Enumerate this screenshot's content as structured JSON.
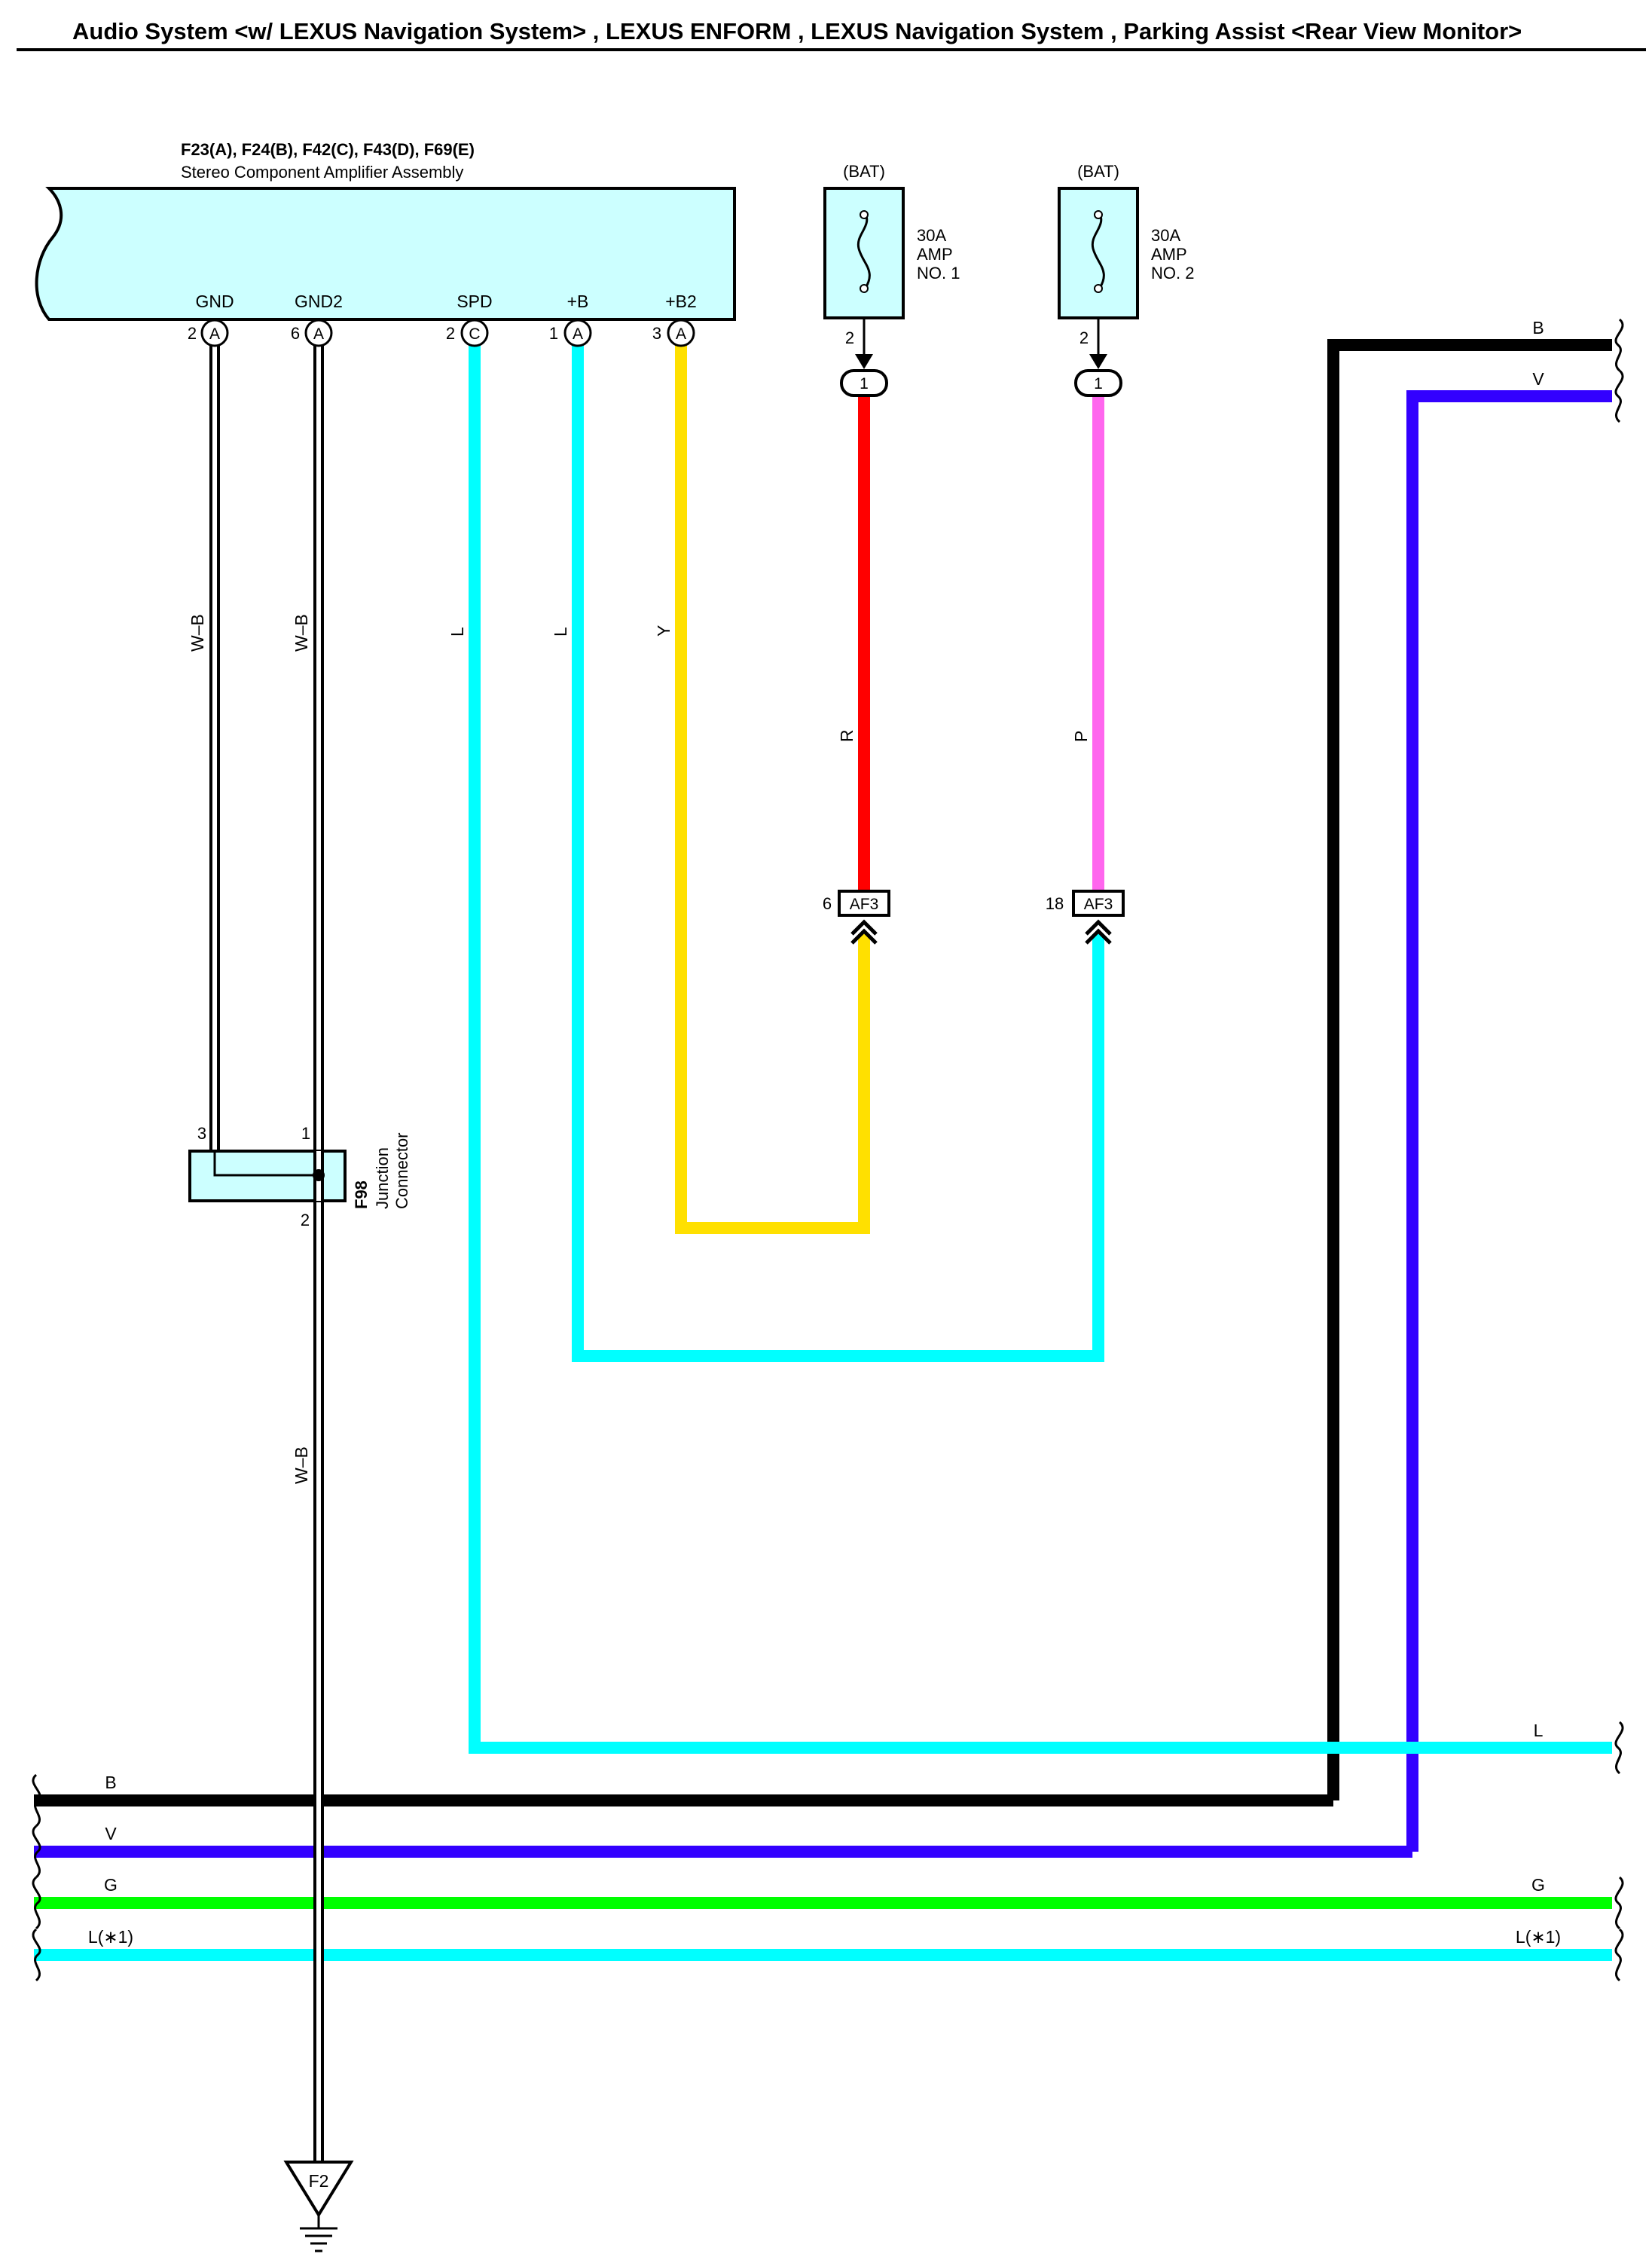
{
  "title": "Audio System <w/ LEXUS Navigation System> , LEXUS ENFORM , LEXUS Navigation System , Parking Assist <Rear View Monitor>",
  "amplifier": {
    "connectors": "F23(A), F24(B), F42(C), F43(D), F69(E)",
    "name": "Stereo Component Amplifier Assembly",
    "terminals": [
      {
        "label": "GND",
        "pin": "2",
        "conn": "A"
      },
      {
        "label": "GND2",
        "pin": "6",
        "conn": "A"
      },
      {
        "label": "SPD",
        "pin": "2",
        "conn": "C"
      },
      {
        "label": "+B",
        "pin": "1",
        "conn": "A"
      },
      {
        "label": "+B2",
        "pin": "3",
        "conn": "A"
      }
    ]
  },
  "fuses": [
    {
      "source": "(BAT)",
      "rating": "30A",
      "line1": "AMP",
      "line2": "NO. 1",
      "pin": "2",
      "connector": "1"
    },
    {
      "source": "(BAT)",
      "rating": "30A",
      "line1": "AMP",
      "line2": "NO. 2",
      "pin": "2",
      "connector": "1"
    }
  ],
  "wire_labels": {
    "gnd": "W–B",
    "gnd2": "W–B",
    "spd": "L",
    "plus_b": "L",
    "plus_b2": "Y",
    "fuse1": "R",
    "fuse2": "P",
    "ground_run": "W–B"
  },
  "af3": [
    {
      "pin": "6",
      "name": "AF3"
    },
    {
      "pin": "18",
      "name": "AF3"
    }
  ],
  "junction": {
    "id": "F98",
    "line1": "Junction",
    "line2": "Connector",
    "pin_left": "3",
    "pin_right": "1",
    "pin_bottom": "2"
  },
  "ground": {
    "id": "F2"
  },
  "bus": {
    "right_top": [
      "B",
      "V"
    ],
    "right_mid": "L",
    "left": [
      "B",
      "V",
      "G",
      "L(∗1)"
    ],
    "right": [
      "G",
      "L(∗1)"
    ]
  },
  "colors": {
    "light_blue": "#00ffff",
    "yellow": "#ffe000",
    "red": "#ff0000",
    "pink": "#ff66ee",
    "black": "#000000",
    "violet": "#3300ff",
    "green": "#00ff00",
    "component_fill": "#ccffff"
  }
}
